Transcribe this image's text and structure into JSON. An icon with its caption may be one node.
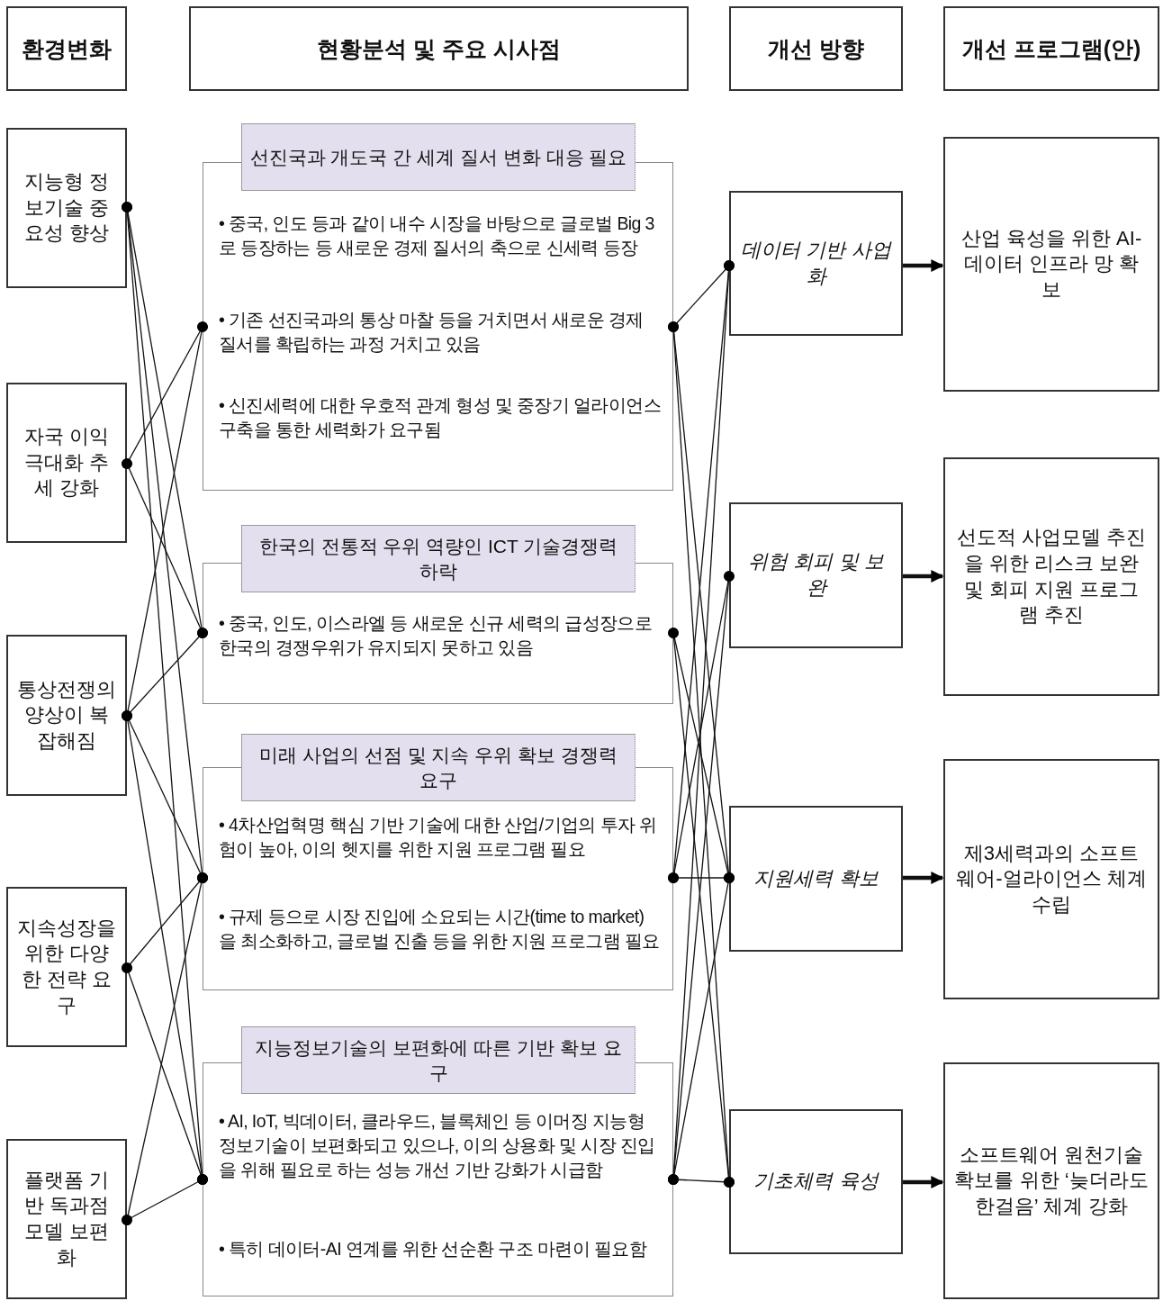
{
  "diagram": {
    "nodes": [
      {
        "text": [
          "환경변화"
        ]
      },
      {
        "text": [
          "현황분석 및 주요 시사점"
        ]
      },
      {
        "text": [
          "개선 방향"
        ]
      },
      {
        "text": [
          "개선 프로그램(안)"
        ]
      },
      {
        "text": [
          "지능형 정보기술 중요성 향상"
        ]
      },
      {
        "text": [
          "자국 이익 극대화 추세 강화"
        ]
      },
      {
        "text": [
          "통상전쟁의 양상이 복잡해짐"
        ]
      },
      {
        "text": [
          "지속성장을 위한 다양한 전략 요구"
        ]
      },
      {
        "text": [
          "플랫폼 기반 독과점 모델 보편화"
        ]
      },
      {
        "text": [
          "선진국과 개도국 간 세계 질서 변화 대응 필요",
          "• 중국, 인도 등과 같이 내수 시장을 바탕으로 글로벌 Big 3로 등장하는 등 새로운 경제 질서의 축으로 신세력 등장",
          "• 기존 선진국과의 통상 마찰 등을 거치면서 새로운 경제 질서를 확립하는 과정 거치고 있음",
          "• 신진세력에 대한 우호적 관계 형성 및 중장기 얼라이언스 구축을 통한 세력화가 요구됨"
        ]
      },
      {
        "text": [
          "한국의 전통적 우위 역량인 ICT 기술경쟁력 하락",
          "• 중국, 인도, 이스라엘 등 새로운 신규 세력의 급성장으로 한국의 경쟁우위가 유지되지 못하고 있음"
        ]
      },
      {
        "text": [
          "미래 사업의 선점 및 지속 우위 확보 경쟁력 요구",
          "• 4차산업혁명 핵심 기반 기술에 대한 산업/기업의 투자 위험이 높아, 이의 헷지를 위한 지원 프로그램 필요",
          "• 규제 등으로 시장 진입에 소요되는 시간(time to market)을 최소화하고, 글로벌 진출 등을 위한 지원 프로그램 필요"
        ]
      },
      {
        "text": [
          "지능정보기술의 보편화에 따른 기반 확보 요구",
          "• AI, IoT, 빅데이터, 클라우드, 블록체인 등 이머징 지능형 정보기술이 보편화되고 있으나, 이의 상용화 및 시장 진입을 위해 필요로 하는 성능 개선 기반 강화가 시급함",
          "• 특히 데이터-AI 연계를 위한 선순환 구조 마련이 필요함"
        ]
      },
      {
        "text": [
          "데이터 기반 사업화"
        ]
      },
      {
        "text": [
          "위험 회피 및 보완"
        ]
      },
      {
        "text": [
          "지원세력 확보"
        ]
      },
      {
        "text": [
          "기초체력 육성"
        ]
      },
      {
        "text": [
          "산업 육성을 위한 AI-데이터 인프라 망 확보"
        ]
      },
      {
        "text": [
          "선도적 사업모델 추진을 위한 리스크 보완 및 회피 지원 프로그램 추진"
        ]
      },
      {
        "text": [
          "제3세력과의 소프트웨어-얼라이언스 체계 수립"
        ]
      },
      {
        "text": [
          "소프트웨어 원천기술 확보를 위한 ‘늦더라도 한걸음’ 체계 강화"
        ]
      }
    ],
    "edges": [
      {
        "from": 4,
        "to": 10,
        "arrow": "other"
      },
      {
        "from": 4,
        "to": 11,
        "arrow": "other"
      },
      {
        "from": 4,
        "to": 12,
        "arrow": "other"
      },
      {
        "from": 5,
        "to": 9,
        "arrow": "other"
      },
      {
        "from": 5,
        "to": 10,
        "arrow": "other"
      },
      {
        "from": 6,
        "to": 9,
        "arrow": "other"
      },
      {
        "from": 6,
        "to": 10,
        "arrow": "other"
      },
      {
        "from": 6,
        "to": 11,
        "arrow": "other"
      },
      {
        "from": 6,
        "to": 12,
        "arrow": "other"
      },
      {
        "from": 7,
        "to": 11,
        "arrow": "other"
      },
      {
        "from": 7,
        "to": 12,
        "arrow": "other"
      },
      {
        "from": 8,
        "to": 11,
        "arrow": "other"
      },
      {
        "from": 8,
        "to": 12,
        "arrow": "other"
      },
      {
        "from": 9,
        "to": 13,
        "arrow": "other"
      },
      {
        "from": 9,
        "to": 15,
        "arrow": "other"
      },
      {
        "from": 9,
        "to": 16,
        "arrow": "other"
      },
      {
        "from": 10,
        "to": 15,
        "arrow": "other"
      },
      {
        "from": 10,
        "to": 16,
        "arrow": "other"
      },
      {
        "from": 11,
        "to": 13,
        "arrow": "other"
      },
      {
        "from": 11,
        "to": 14,
        "arrow": "other"
      },
      {
        "from": 11,
        "to": 15,
        "arrow": "other"
      },
      {
        "from": 12,
        "to": 13,
        "arrow": "other"
      },
      {
        "from": 12,
        "to": 14,
        "arrow": "other"
      },
      {
        "from": 12,
        "to": 15,
        "arrow": "other"
      },
      {
        "from": 12,
        "to": 16,
        "arrow": "other"
      },
      {
        "from": 13,
        "to": 17,
        "arrow": "to",
        "style": "thick"
      },
      {
        "from": 14,
        "to": 18,
        "arrow": "to",
        "style": "thick"
      },
      {
        "from": 15,
        "to": 19,
        "arrow": "to",
        "style": "thick"
      },
      {
        "from": 16,
        "to": 20,
        "arrow": "to",
        "style": "thick"
      }
    ]
  }
}
